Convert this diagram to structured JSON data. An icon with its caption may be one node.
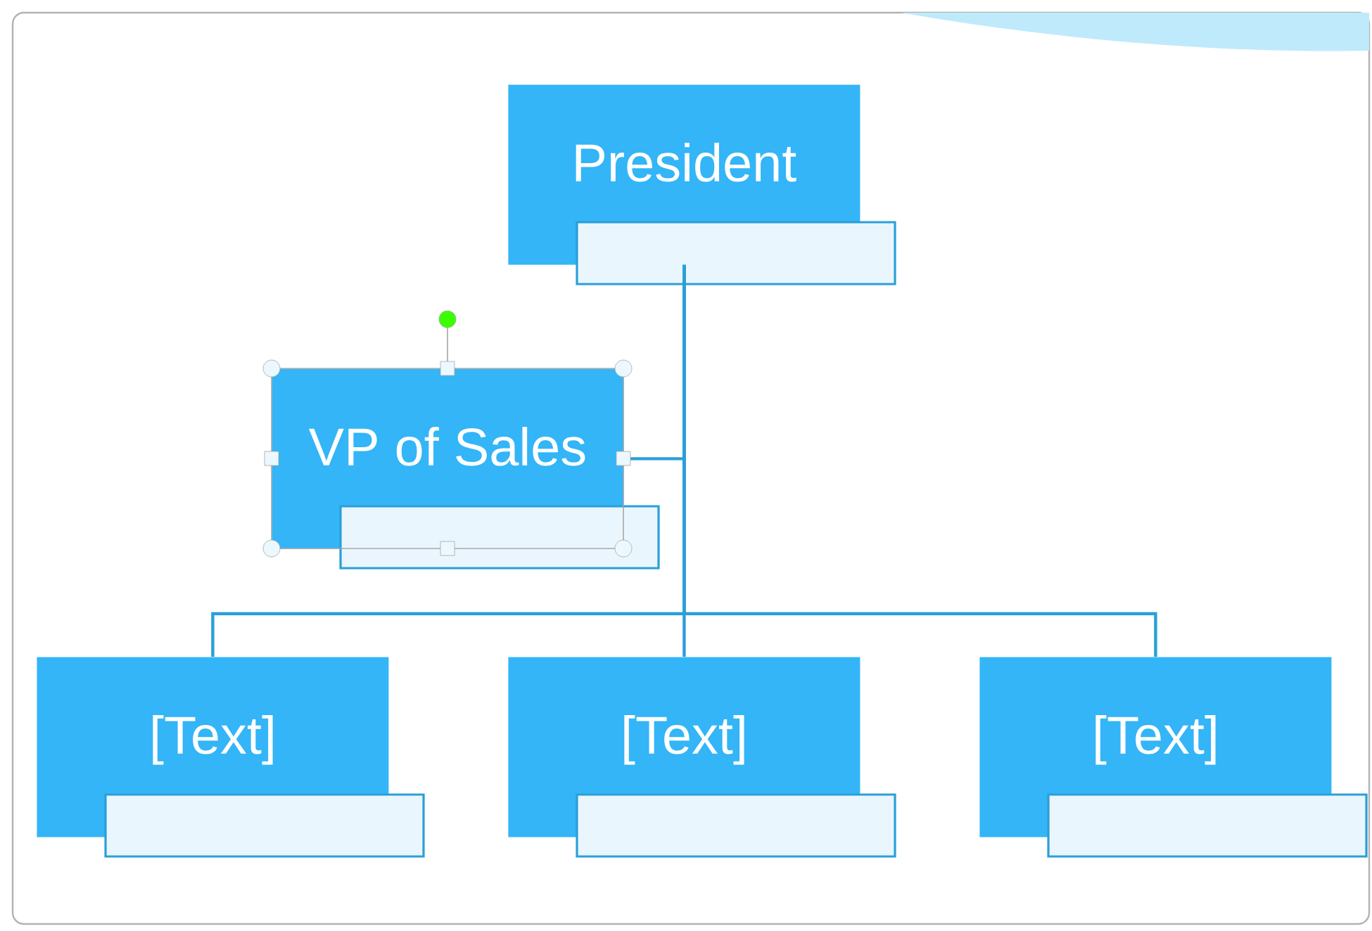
{
  "diagram": {
    "nodes": [
      {
        "text": [
          "President"
        ]
      },
      {
        "text": [
          "VP of Sales"
        ]
      },
      {
        "text": [
          "[Text]"
        ]
      },
      {
        "text": [
          "[Text]"
        ]
      },
      {
        "text": [
          "[Text]"
        ]
      }
    ],
    "edges": [
      {
        "from": 0,
        "to": 1,
        "arrow": "none"
      },
      {
        "from": 0,
        "to": 2,
        "arrow": "none"
      },
      {
        "from": 0,
        "to": 3,
        "arrow": "none"
      },
      {
        "from": 0,
        "to": 4,
        "arrow": "none"
      }
    ]
  }
}
